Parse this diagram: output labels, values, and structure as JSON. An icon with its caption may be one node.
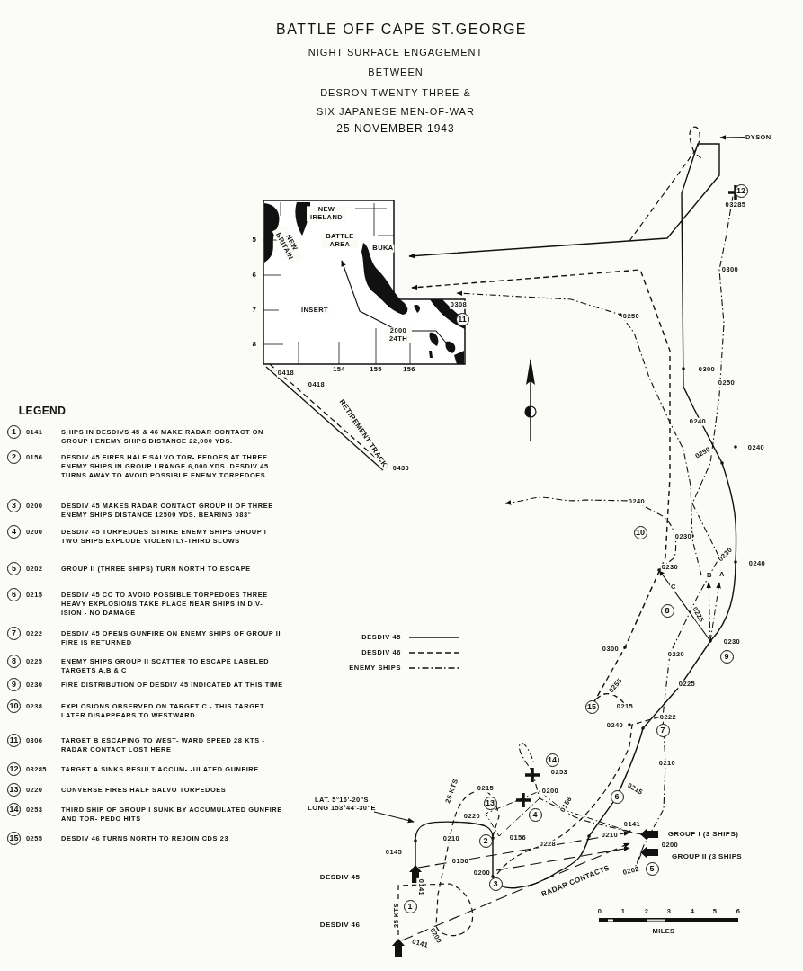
{
  "diagram": {
    "title": "BATTLE OFF CAPE ST.GEORGE",
    "nodes": [
      {
        "text": [
          "DYSON"
        ]
      },
      {
        "text": [
          "LAT. 5°16'-20\"S LONG 153°44'-30\"E"
        ]
      }
    ],
    "edges": [
      {
        "from": 0,
        "to": null,
        "arrow": "to"
      },
      {
        "from": 1,
        "to": null,
        "arrow": "to"
      }
    ],
    "labels": [
      "NIGHT SURFACE ENGAGEMENT",
      "BETWEEN",
      "DESRON TWENTY THREE &",
      "SIX JAPANESE MEN-OF-WAR",
      "25 NOVEMBER 1943",
      "NEW IRELAND",
      "NEW BRITAIN",
      "BATTLE AREA",
      "BUKA",
      "INSERT",
      "2000 24TH",
      "5",
      "6",
      "7",
      "8",
      "154",
      "155",
      "156",
      "0418",
      "0418",
      "RETIREMENT TRACK",
      "0430",
      "0308",
      "11",
      "12",
      "03285",
      "0300",
      "0250",
      "0300",
      "0250",
      "0240",
      "0250",
      "0240",
      "0240",
      "10",
      "0230",
      "0230",
      "B",
      "A",
      "0240",
      "0230",
      "C",
      "8",
      "0225",
      "0230",
      "9",
      "0300",
      "0220",
      "0225",
      "0255",
      "15",
      "0215",
      "0222",
      "7",
      "0240",
      "0210",
      "0215",
      "6",
      "0210",
      "14",
      "0253",
      "0215",
      "13",
      "25 KTS",
      "0200",
      "4",
      "0156",
      "0220",
      "0210",
      "0145",
      "2",
      "0156",
      "0228",
      "0141",
      "GROUP I (3 SHIPS)",
      "0200",
      "GROUP II (3 SHIPS",
      "0156",
      "0200",
      "3",
      "RADAR CONTACTS",
      "0202",
      "5",
      "DESDIV 45",
      "0141",
      "25 KTS",
      "1",
      "DESDIV 46",
      "0200",
      "0141",
      "0",
      "1",
      "2",
      "3",
      "4",
      "5",
      "6",
      "MILES",
      "LEGEND",
      "1",
      "0141",
      "SHIPS IN DESDIVS 45 & 46 MAKE RADAR CONTACT ON GROUP I ENEMY SHIPS DISTANCE 22,000 YDS.",
      "2",
      "0156",
      "DESDIV 45 FIRES HALF SALVO TOR- PEDOES AT THREE ENEMY SHIPS IN GROUP I RANGE 6,000 YDS. DESDIV 45 TURNS AWAY TO AVOID POSSIBLE ENEMY TORPEDOES",
      "3",
      "0200",
      "DESDIV 45 MAKES RADAR CONTACT GROUP II OF THREE ENEMY SHIPS DISTANCE 12500 YDS. BEARING 083°",
      "4",
      "0200",
      "DESDIV 45 TORPEDOES STRIKE ENEMY SHIPS GROUP I TWO SHIPS EXPLODE VIOLENTLY-THIRD SLOWS",
      "5",
      "0202",
      "GROUP II (THREE SHIPS) TURN NORTH TO ESCAPE",
      "6",
      "0215",
      "DESDIV 45 CC TO AVOID POSSIBLE TORPEDOES THREE HEAVY EXPLOSIONS TAKE PLACE NEAR SHIPS IN DIV- ISION - NO DAMAGE",
      "7",
      "0222",
      "DESDIV 45 OPENS GUNFIRE ON ENEMY SHIPS OF GROUP II FIRE IS RETURNED",
      "8",
      "0225",
      "ENEMY SHIPS GROUP II SCATTER TO ESCAPE LABELED TARGETS A,B & C",
      "9",
      "0230",
      "FIRE DISTRIBUTION OF DESDIV 45 INDICATED AT THIS TIME",
      "10",
      "0238",
      "EXPLOSIONS OBSERVED ON TARGET C - THIS TARGET LATER DISAPPEARS TO WESTWARD",
      "11",
      "0306",
      "TARGET B ESCAPING TO WEST- WARD SPEED 28 KTS - RADAR CONTACT LOST HERE",
      "12",
      "03285",
      "TARGET A SINKS RESULT ACCUM- -ULATED GUNFIRE",
      "13",
      "0220",
      "CONVERSE FIRES HALF SALVO TORPEDOES",
      "14",
      "0253",
      "THIRD SHIP OF GROUP I SUNK BY ACCUMULATED GUNFIRE AND TOR- PEDO HITS",
      "15",
      "0255",
      "DESDIV 46 TURNS NORTH TO REJOIN CDS 23"
    ],
    "legend": [
      {
        "text": "DESDIV 45"
      },
      {
        "text": "DESDIV 46"
      },
      {
        "text": "ENEMY SHIPS"
      }
    ]
  }
}
